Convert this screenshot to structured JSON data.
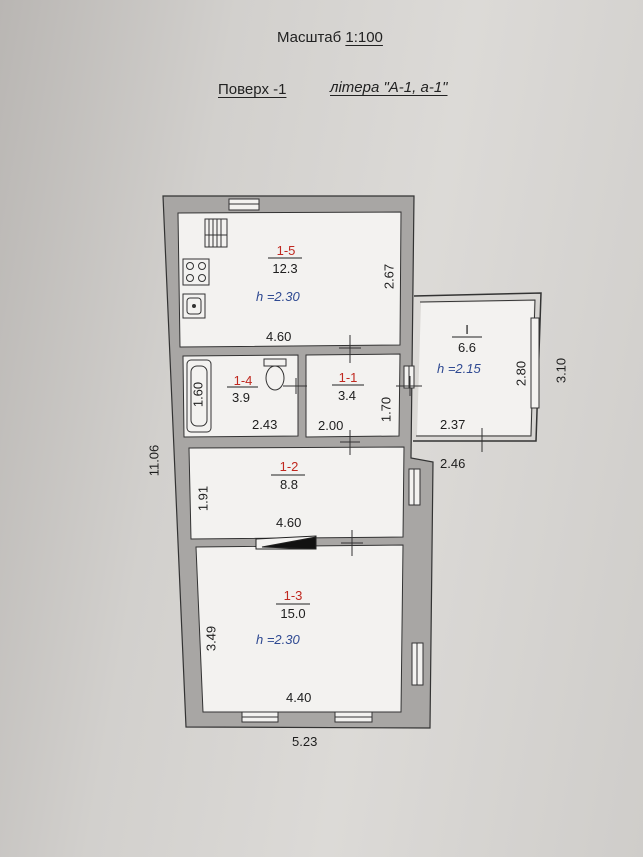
{
  "header": {
    "scale_label": "Масштаб",
    "scale_value": "1:100",
    "floor": "Поверх -1",
    "litera": "літера \"А-1, а-1\""
  },
  "rooms": [
    {
      "no": "1-5",
      "area": "12.3",
      "h": "h =2.30"
    },
    {
      "no": "1-4",
      "area": "3.9"
    },
    {
      "no": "1-1",
      "area": "3.4"
    },
    {
      "no": "I",
      "area": "6.6",
      "h": "h =2.15"
    },
    {
      "no": "1-2",
      "area": "8.8"
    },
    {
      "no": "1-3",
      "area": "15.0",
      "h": "h =2.30"
    }
  ],
  "dims": {
    "r15_width": "4.60",
    "r15_height": "2.67",
    "r14_height": "1.60",
    "r14_width": "2.43",
    "r11_width": "2.00",
    "r11_height": "1.70",
    "rI_width_inner": "2.37",
    "rI_width_outer": "2.46",
    "rI_height_inner": "2.80",
    "rI_height_outer": "3.10",
    "r12_height": "1.91",
    "r12_width": "4.60",
    "r13_height": "3.49",
    "r13_width": "4.40",
    "total_height": "11.06",
    "total_width": "5.23"
  }
}
